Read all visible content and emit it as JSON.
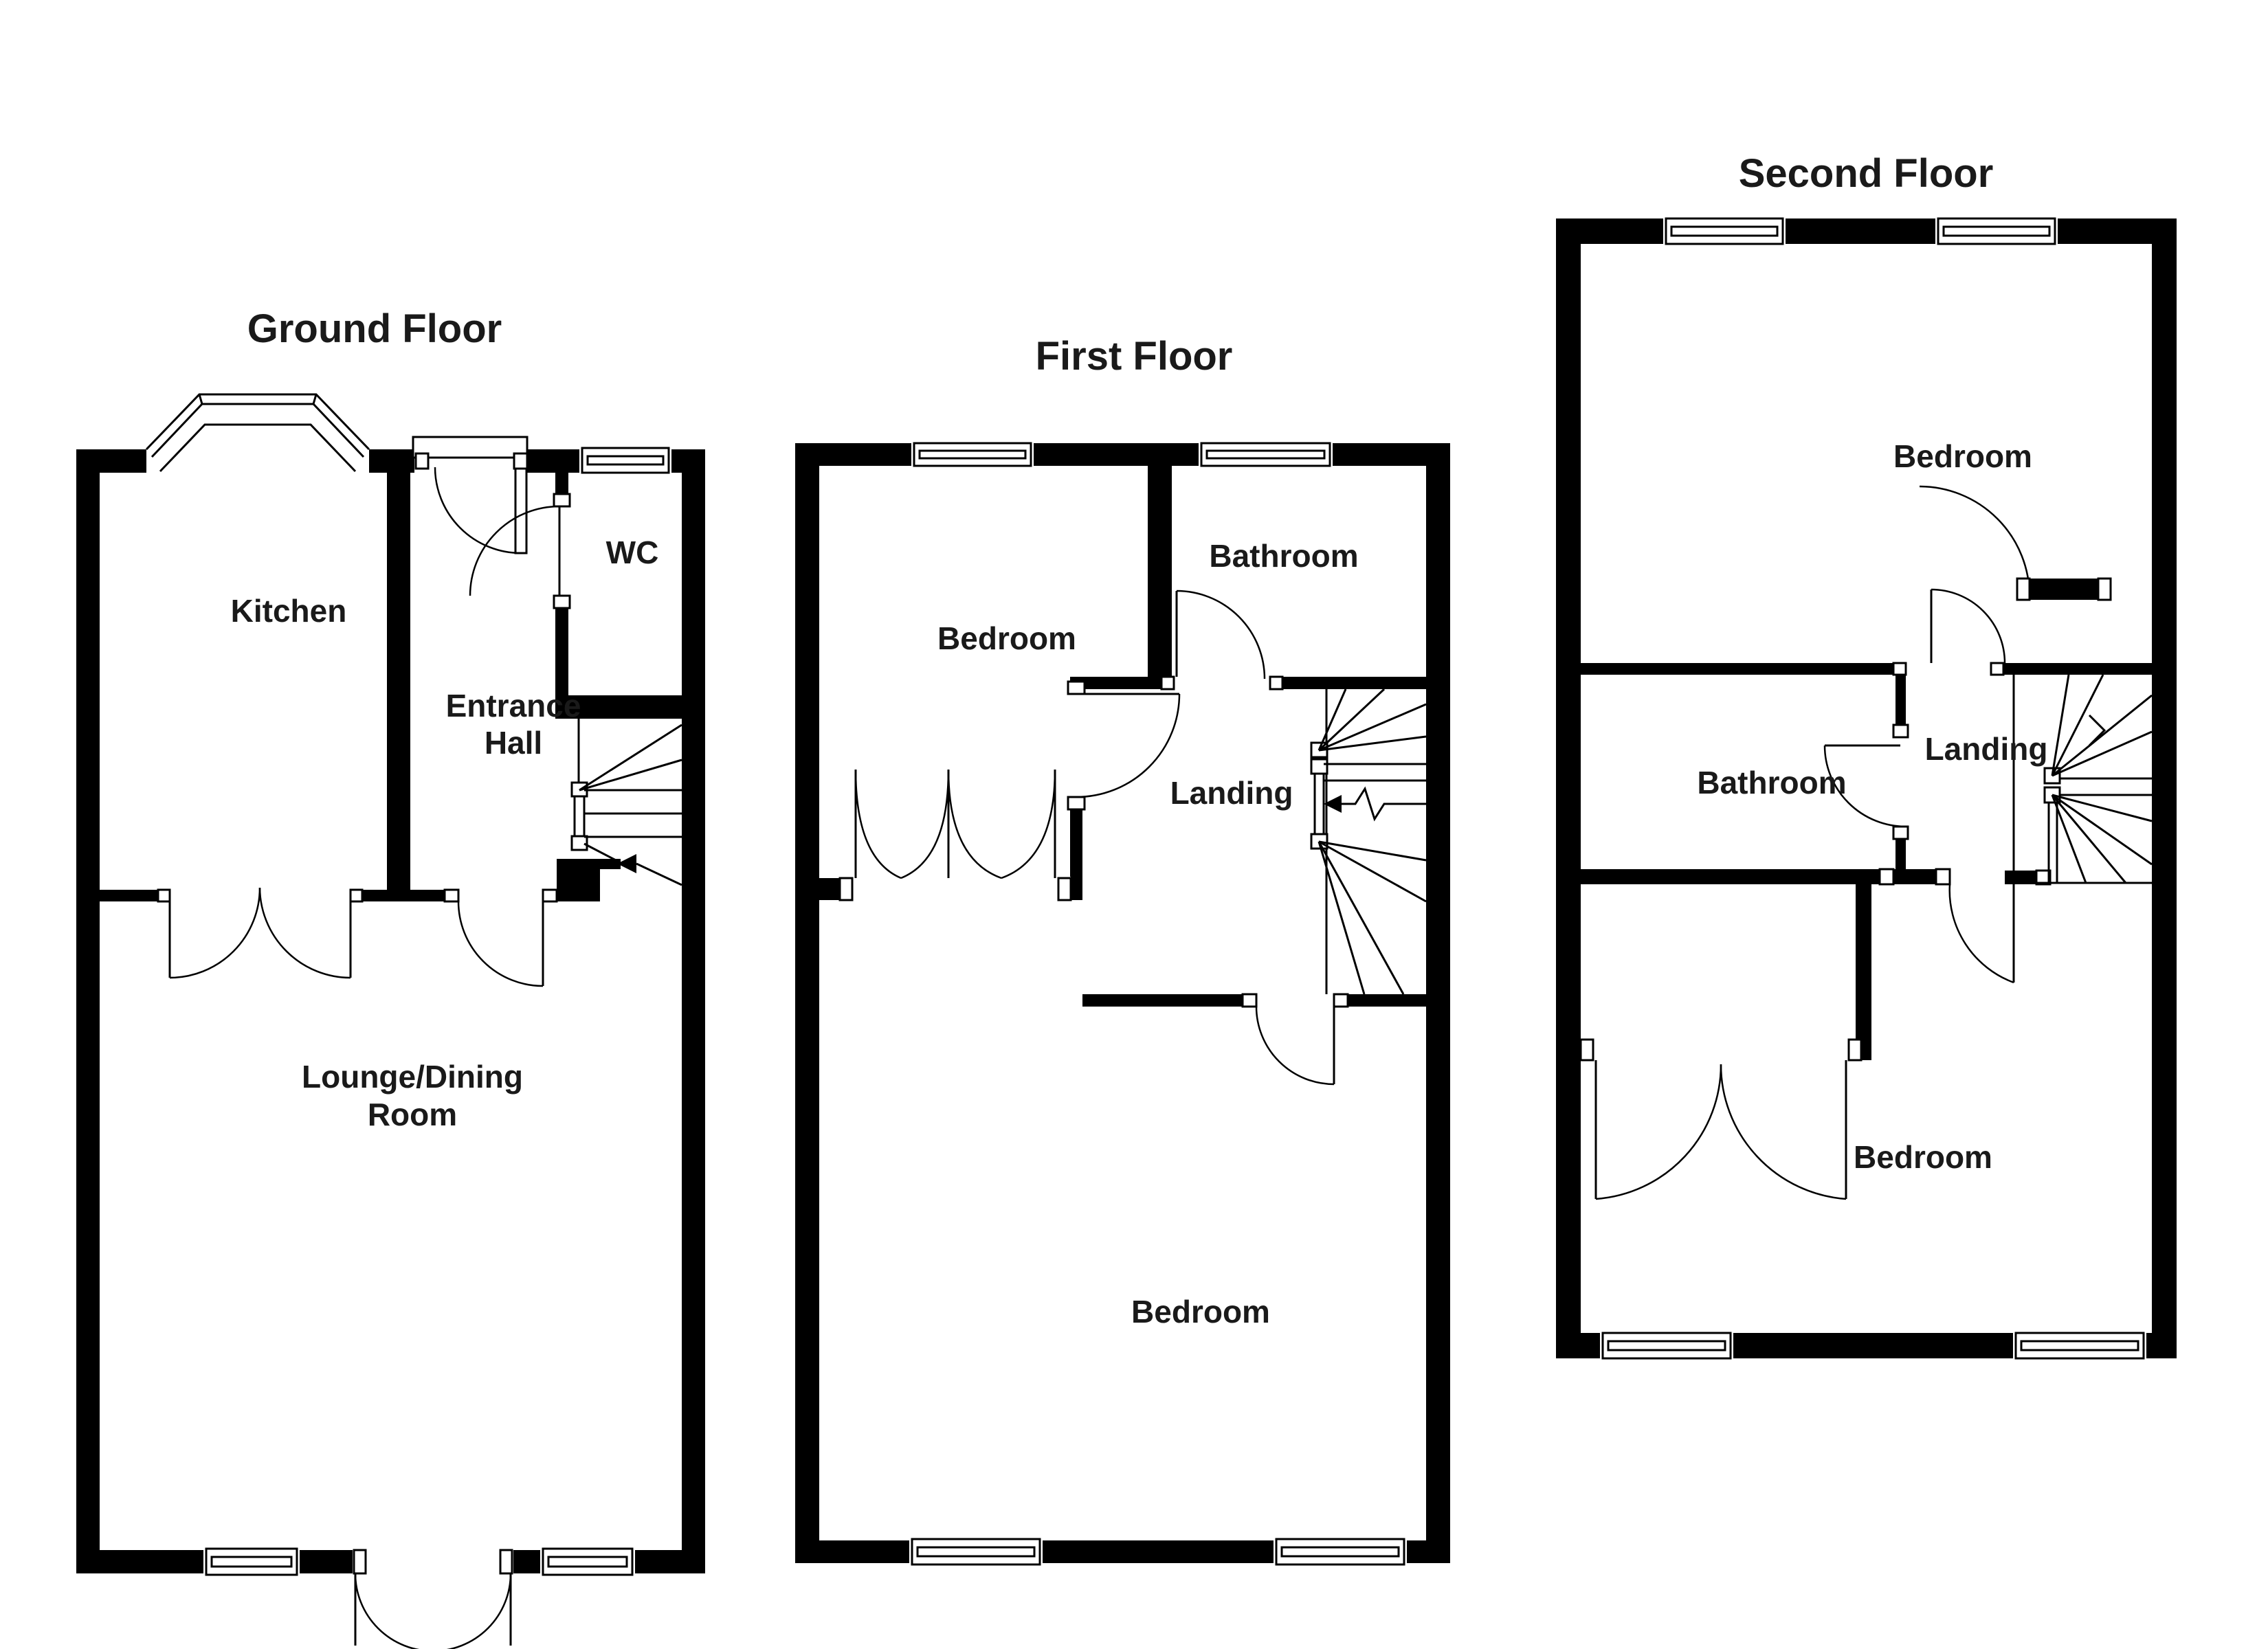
{
  "palette": {
    "ink": "#000000",
    "paper": "#ffffff"
  },
  "floors": [
    {
      "id": "ground-floor",
      "title": "Ground Floor",
      "rooms": [
        {
          "name": "Kitchen"
        },
        {
          "name": "Entrance Hall",
          "lines": [
            "Entrance",
            "Hall"
          ]
        },
        {
          "name": "WC"
        },
        {
          "name": "Lounge/Dining Room",
          "lines": [
            "Lounge/Dining",
            "Room"
          ]
        }
      ]
    },
    {
      "id": "first-floor",
      "title": "First Floor",
      "rooms": [
        {
          "name": "Bedroom"
        },
        {
          "name": "Bathroom"
        },
        {
          "name": "Landing"
        },
        {
          "name": "Bedroom"
        }
      ]
    },
    {
      "id": "second-floor",
      "title": "Second Floor",
      "rooms": [
        {
          "name": "Bedroom"
        },
        {
          "name": "Bathroom"
        },
        {
          "name": "Landing"
        },
        {
          "name": "Bedroom"
        }
      ]
    }
  ]
}
